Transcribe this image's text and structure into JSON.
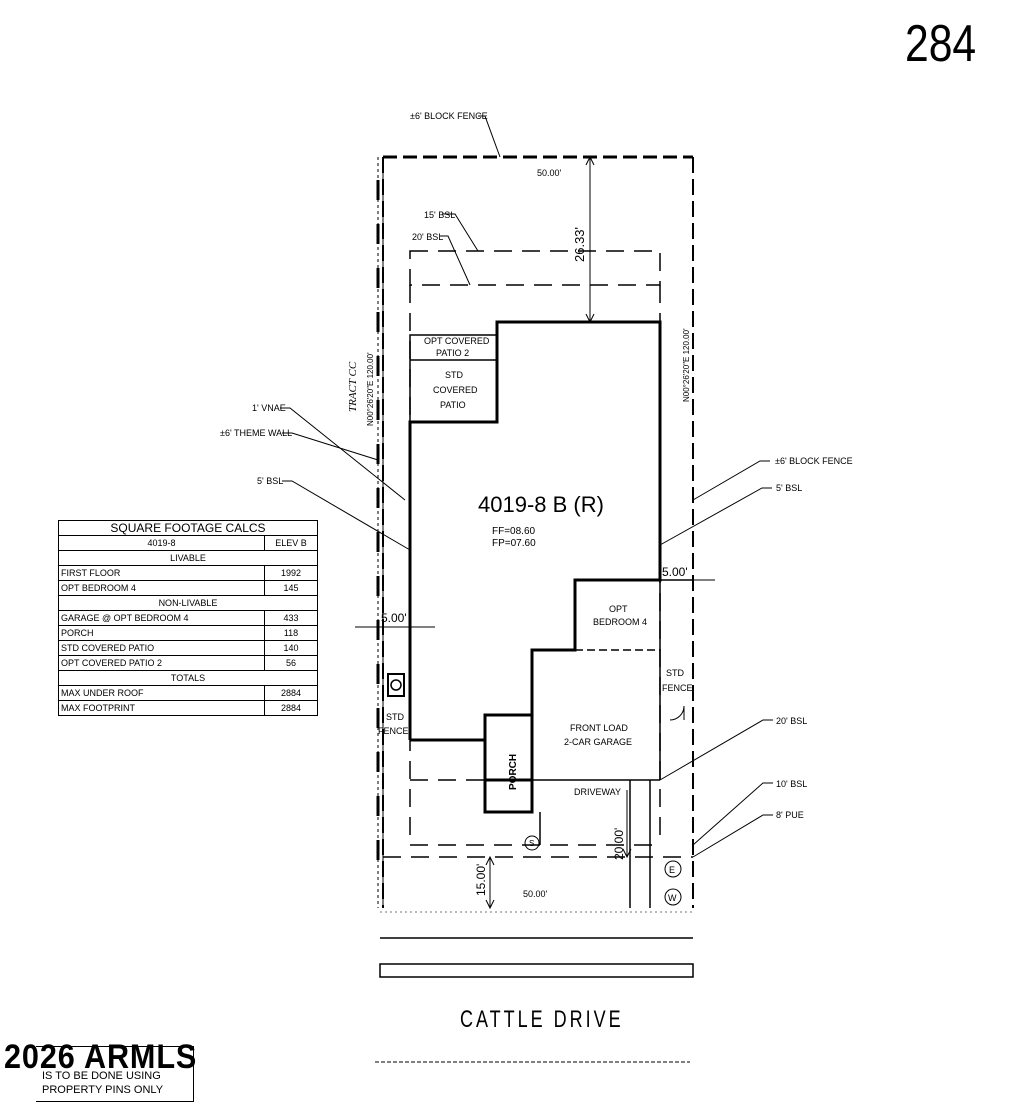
{
  "lot_number": "284",
  "plan": {
    "model": "4019-8 B (R)",
    "ff": "FF=08.60",
    "fp": "FP=07.60"
  },
  "labels": {
    "block_fence_top": "±6' BLOCK FENCE",
    "bsl_15": "15' BSL",
    "bsl_20_top": "20' BSL",
    "dim_width_top": "50.00'",
    "dim_depth": "26.33'",
    "tract": "TRACT CC",
    "bearing_left": "N00°26'20\"E 120.00'",
    "bearing_right": "N00°26'20\"E 120.00'",
    "opt_covered_patio_2": [
      "OPT COVERED",
      "PATIO 2"
    ],
    "std_covered_patio": [
      "STD",
      "COVERED",
      "PATIO"
    ],
    "vwae": "1' VNAE",
    "theme_wall": "±6' THEME WALL",
    "bsl_5_left": "5' BSL",
    "block_fence_right": "±6' BLOCK FENCE",
    "bsl_5_right": "5' BSL",
    "dim_5_right": "5.00'",
    "dim_5_left": "5.00'",
    "opt_bedroom_4": [
      "OPT",
      "BEDROOM 4"
    ],
    "std_fence_right": [
      "STD",
      "FENCE"
    ],
    "std_fence_left": [
      "STD",
      "FENCE"
    ],
    "bsl_20_right": "20' BSL",
    "front_load": [
      "FRONT LOAD",
      "2-CAR GARAGE"
    ],
    "porch": "PORCH",
    "driveway": "DRIVEWAY",
    "bsl_10": "10' BSL",
    "pue_8": "8' PUE",
    "dim_20": "20.00'",
    "dim_15": "15.00'",
    "dim_width_bottom": "50.00'",
    "marker_e": "E",
    "marker_w": "W",
    "marker_s": "S"
  },
  "table": {
    "title": "SQUARE FOOTAGE CALCS",
    "plan_label": "4019-8",
    "elev_label": "ELEV B",
    "sections": [
      {
        "heading": "LIVABLE",
        "rows": [
          {
            "label": "FIRST FLOOR",
            "value": "1992"
          },
          {
            "label": "OPT BEDROOM 4",
            "value": "145"
          }
        ]
      },
      {
        "heading": "NON-LIVABLE",
        "rows": [
          {
            "label": "GARAGE @ OPT BEDROOM 4",
            "value": "433"
          },
          {
            "label": "PORCH",
            "value": "118"
          },
          {
            "label": "STD COVERED PATIO",
            "value": "140"
          },
          {
            "label": "OPT COVERED PATIO 2",
            "value": "56"
          }
        ]
      },
      {
        "heading": "TOTALS",
        "rows": [
          {
            "label": "MAX UNDER ROOF",
            "value": "2884"
          },
          {
            "label": "MAX FOOTPRINT",
            "value": "2884"
          }
        ]
      }
    ]
  },
  "street": "CATTLE DRIVE",
  "watermark": "2026 ARMLS",
  "disclaimer": [
    "IS TO BE DONE USING",
    "PROPERTY PINS ONLY"
  ]
}
